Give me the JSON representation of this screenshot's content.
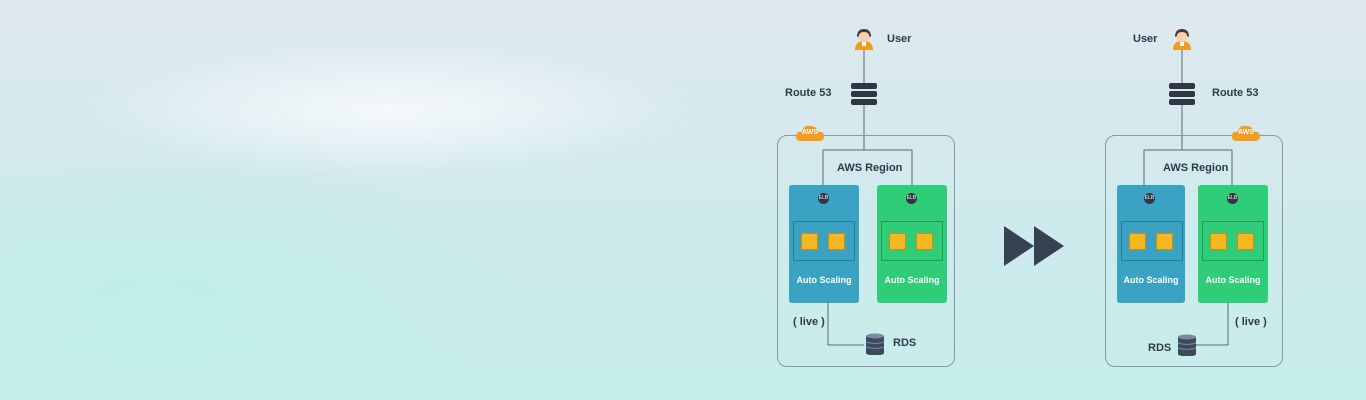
{
  "diagram_before": {
    "user": "User",
    "route": "Route 53",
    "aws_badge": "AWS",
    "region": "AWS Region",
    "az_blue_label": "Auto Scaling",
    "az_green_label": "Auto Scaling",
    "live": "( live )",
    "db": "RDS",
    "elb_blue": "ELB",
    "elb_green": "ELB"
  },
  "diagram_after": {
    "user": "User",
    "route": "Route 53",
    "aws_badge": "AWS",
    "region": "AWS Region",
    "az_blue_label": "Auto Scaling",
    "az_green_label": "Auto Scaling",
    "live": "( live )",
    "db": "RDS",
    "elb_blue": "ELB",
    "elb_green": "ELB"
  },
  "colors": {
    "blue_zone": "#3aa3c4",
    "green_zone": "#2fcd78",
    "instance": "#f5b722",
    "aws_badge": "#f39c22",
    "arrow": "#364152",
    "line": "#5d6772"
  },
  "icons": [
    "user-icon",
    "route53-server-icon",
    "aws-cloud-icon",
    "elb-icon",
    "ec2-instance-icon",
    "database-icon",
    "fast-forward-icon"
  ]
}
